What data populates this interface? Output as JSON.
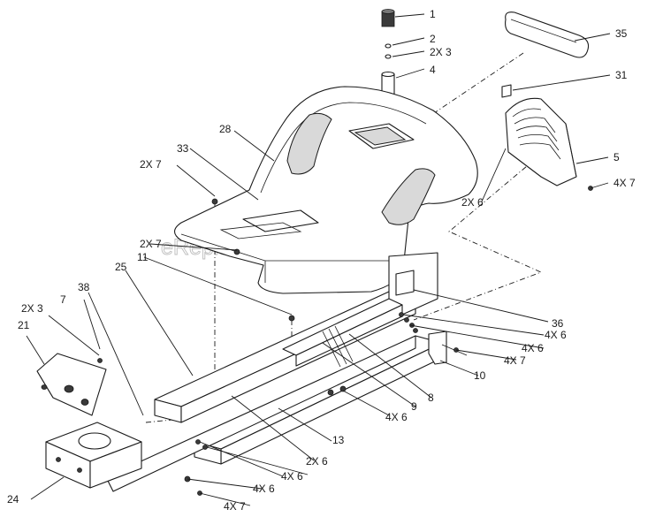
{
  "labels": {
    "p1": "1",
    "p2": "2",
    "p2x3a": "2X 3",
    "p4": "4",
    "p35": "35",
    "p31": "31",
    "p5": "5",
    "p4x7a": "4X 7",
    "p2x6a": "2X 6",
    "p28": "28",
    "p33": "33",
    "p2x7a": "2X 7",
    "p2x7b": "2X 7",
    "p11": "11",
    "p25": "25",
    "p2x3b": "2X 3",
    "p7": "7",
    "p38": "38",
    "p21": "21",
    "p36": "36",
    "p4x6a": "4X 6",
    "p4x6b": "4X 6",
    "p4x7b": "4X 7",
    "p10": "10",
    "p8": "8",
    "p9": "9",
    "p4x6c": "4X 6",
    "p13": "13",
    "p2x6b": "2X 6",
    "p4x6d": "4X 6",
    "p4x6e": "4X 6",
    "p24": "24",
    "p4x7c": "4X 7"
  },
  "watermark": "eReplacementParts.com"
}
